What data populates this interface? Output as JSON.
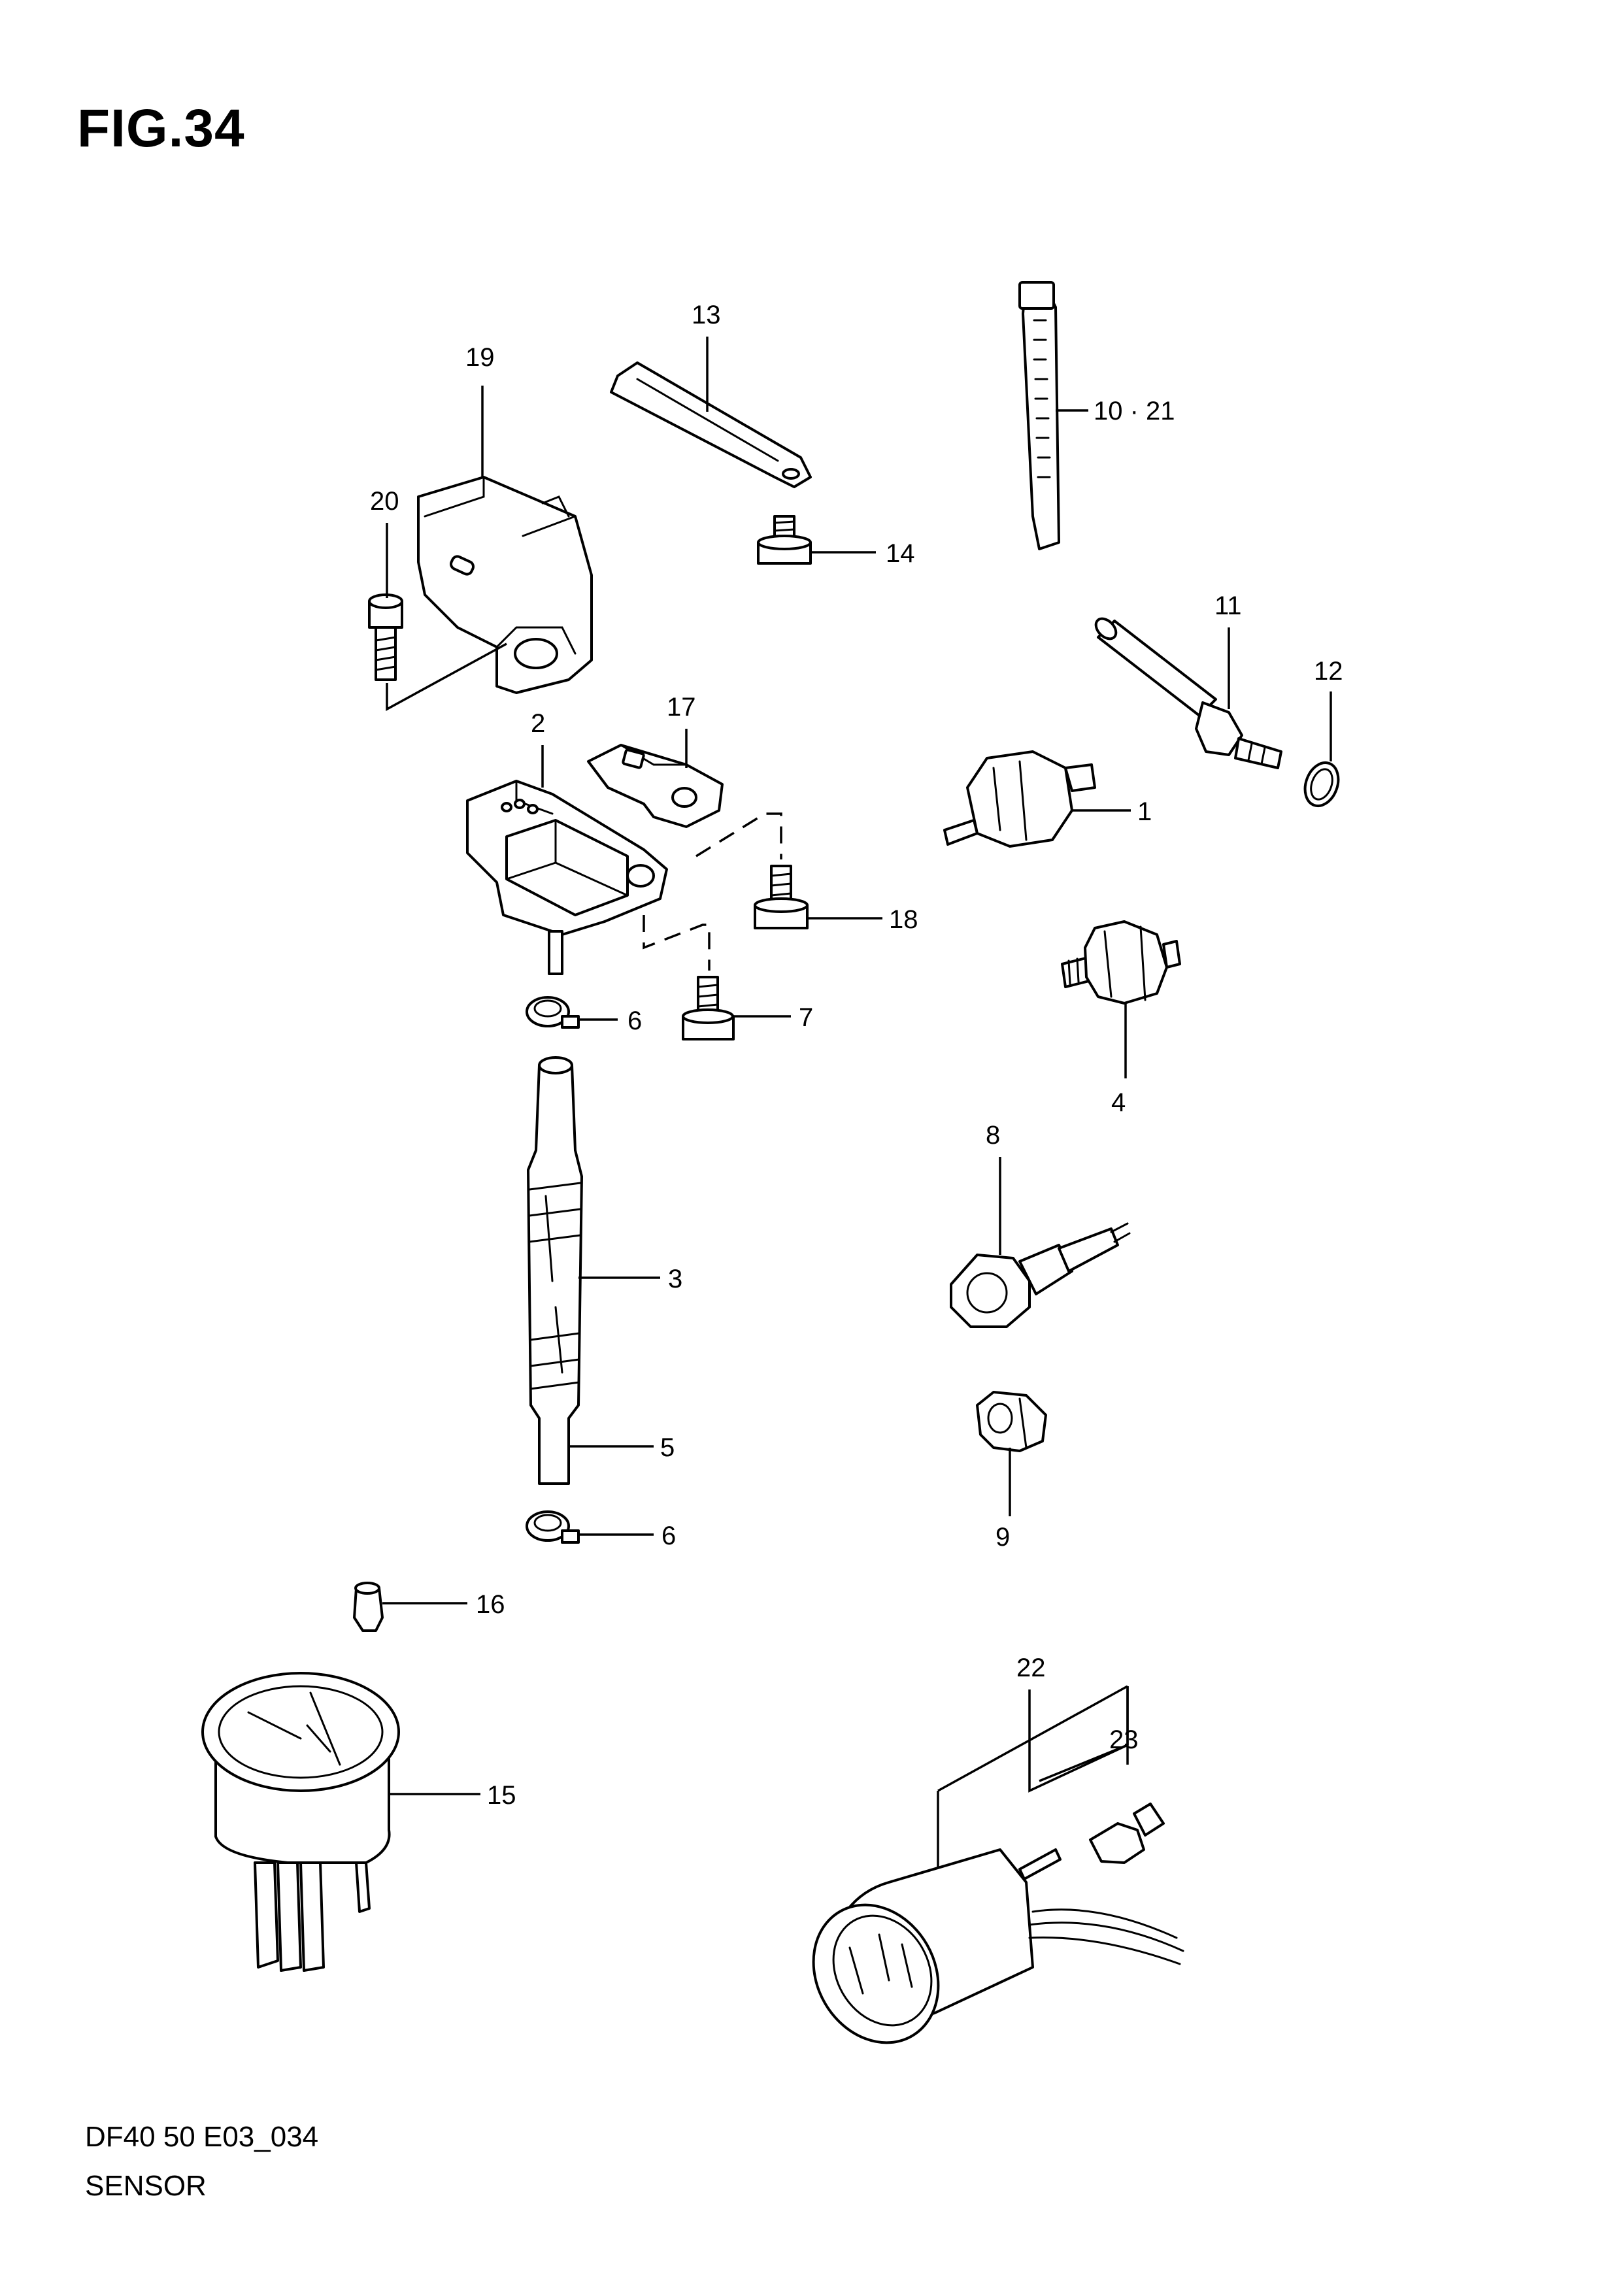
{
  "figure": {
    "title": "FIG.34",
    "code": "DF40 50 E03_034",
    "name": "SENSOR"
  },
  "callouts": {
    "c1": "1",
    "c2": "2",
    "c3": "3",
    "c4": "4",
    "c5": "5",
    "c6a": "6",
    "c6b": "6",
    "c7": "7",
    "c8": "8",
    "c9": "9",
    "c10_21": "10 · 21",
    "c11": "11",
    "c12": "12",
    "c13": "13",
    "c14": "14",
    "c15": "15",
    "c16": "16",
    "c17": "17",
    "c18": "18",
    "c19": "19",
    "c20": "20",
    "c22": "22",
    "c23": "23"
  }
}
